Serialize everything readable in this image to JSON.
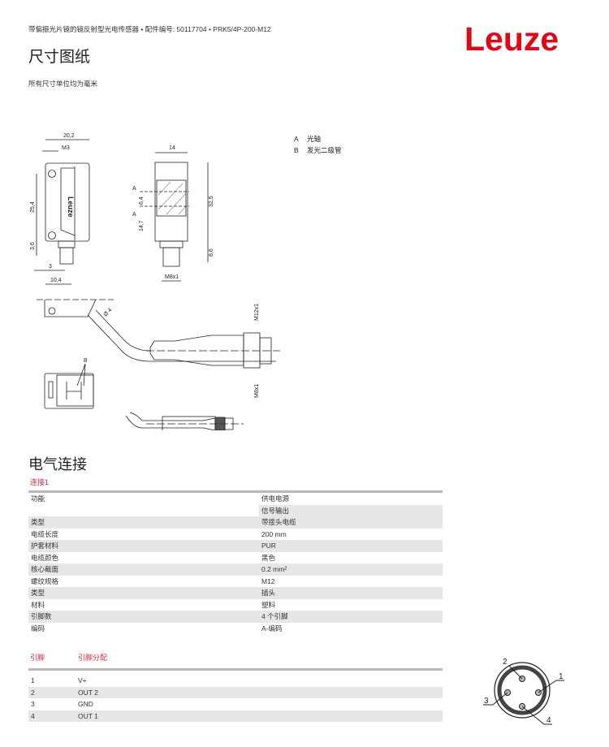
{
  "header": {
    "product_line": "带偏振光片镜的镜反射型光电传感器 • 配件编号: 50117704 • PRK5/4P-200-M12",
    "brand": "Leuze"
  },
  "dimensions": {
    "title": "尺寸图纸",
    "note": "所有尺寸单位均为毫米",
    "legend": [
      {
        "key": "A",
        "label": "光轴"
      },
      {
        "key": "B",
        "label": "发光二级管"
      }
    ],
    "labels": {
      "w1": "20,2",
      "m3": "M3",
      "h1": "25,4",
      "h2": "3,6",
      "d1": "3",
      "d2": "10,4",
      "w2": "14",
      "a1": "A",
      "d64": "6,4",
      "a2": "A",
      "d147": "14,7",
      "h325": "32,5",
      "h86": "8,6",
      "m8": "M8x1",
      "phi": "Ø 4",
      "m12x1": "M12x1",
      "m8x1": "M8x1",
      "b": "B",
      "logo_mark": "Leuze"
    }
  },
  "electrical": {
    "title": "电气连接",
    "connection_label": "连接1",
    "rows": [
      {
        "label": "功能",
        "value": "供电电源"
      },
      {
        "label": "",
        "value": "信号输出"
      },
      {
        "label": "类型",
        "value": "带接头电缆"
      },
      {
        "label": "电缆长度",
        "value": "200 mm"
      },
      {
        "label": "护套材料",
        "value": "PUR"
      },
      {
        "label": "电缆颜色",
        "value": "黑色"
      },
      {
        "label": "核心截面",
        "value": "0.2 mm²"
      },
      {
        "label": "螺纹规格",
        "value": "M12"
      },
      {
        "label": "类型",
        "value": "插头"
      },
      {
        "label": "材料",
        "value": "塑料"
      },
      {
        "label": "引脚数",
        "value": "4 个引脚"
      },
      {
        "label": "编码",
        "value": "A-编码"
      }
    ]
  },
  "pins": {
    "col_pin": "引脚",
    "col_assign": "引脚分配",
    "rows": [
      {
        "pin": "1",
        "assign": "V+"
      },
      {
        "pin": "2",
        "assign": "OUT 2"
      },
      {
        "pin": "3",
        "assign": "GND"
      },
      {
        "pin": "4",
        "assign": "OUT 1"
      }
    ],
    "diagram_labels": [
      "1",
      "2",
      "3",
      "4"
    ]
  }
}
